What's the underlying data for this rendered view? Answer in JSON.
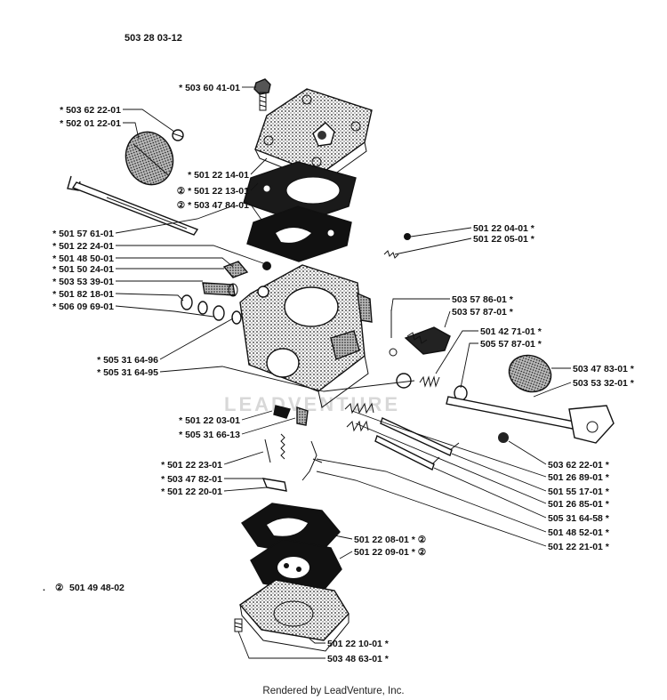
{
  "header": {
    "drawing_number": "503 28 03-12"
  },
  "watermark": "LEADVENTURE",
  "footer": {
    "credit": "Rendered by LeadVenture, Inc."
  },
  "note": {
    "symbol": "②",
    "kit_number": "501 49 48-02"
  },
  "callouts": {
    "left": [
      {
        "id": "c1",
        "text": "* 503 60 41-01"
      },
      {
        "id": "c2",
        "text": "* 503 62 22-01"
      },
      {
        "id": "c3",
        "text": "* 502 01 22-01"
      },
      {
        "id": "c4",
        "text": "* 501 22 14-01"
      },
      {
        "id": "c5",
        "text": "② * 501 22 13-01"
      },
      {
        "id": "c6",
        "text": "② * 503 47 84-01"
      },
      {
        "id": "c7",
        "text": "* 501 57 61-01"
      },
      {
        "id": "c8",
        "text": "* 501 22 24-01"
      },
      {
        "id": "c9",
        "text": "* 501 48 50-01"
      },
      {
        "id": "c10",
        "text": "* 501 50 24-01"
      },
      {
        "id": "c11",
        "text": "* 503 53 39-01"
      },
      {
        "id": "c12",
        "text": "* 501 82 18-01"
      },
      {
        "id": "c13",
        "text": "* 506 09 69-01"
      },
      {
        "id": "c14",
        "text": "* 505 31 64-96"
      },
      {
        "id": "c15",
        "text": "* 505 31 64-95"
      },
      {
        "id": "c16",
        "text": "* 501 22 03-01"
      },
      {
        "id": "c17",
        "text": "* 505 31 66-13"
      },
      {
        "id": "c18",
        "text": "* 501 22 23-01"
      },
      {
        "id": "c19",
        "text": "* 503 47 82-01"
      },
      {
        "id": "c20",
        "text": "* 501 22 20-01"
      }
    ],
    "right": [
      {
        "id": "r1",
        "text": "501 22 04-01 *"
      },
      {
        "id": "r2",
        "text": "501 22 05-01 *"
      },
      {
        "id": "r3",
        "text": "503 57 86-01 *"
      },
      {
        "id": "r4",
        "text": "503 57 87-01 *"
      },
      {
        "id": "r5",
        "text": "501 42 71-01 *"
      },
      {
        "id": "r6",
        "text": "505 57 87-01 *"
      },
      {
        "id": "r7",
        "text": "503 47 83-01 *"
      },
      {
        "id": "r8",
        "text": "503 53 32-01 *"
      },
      {
        "id": "r9",
        "text": "503 62 22-01 *"
      },
      {
        "id": "r10",
        "text": "501 26 89-01 *"
      },
      {
        "id": "r11",
        "text": "501 55 17-01 *"
      },
      {
        "id": "r12",
        "text": "501 26 85-01 *"
      },
      {
        "id": "r13",
        "text": "505 31 64-58 *"
      },
      {
        "id": "r14",
        "text": "501 48 52-01 *"
      },
      {
        "id": "r15",
        "text": "501 22 21-01 *"
      },
      {
        "id": "r16",
        "text": "501 22 08-01 * ②"
      },
      {
        "id": "r17",
        "text": "501 22 09-01 * ②"
      },
      {
        "id": "r18",
        "text": "501 22 10-01 *"
      },
      {
        "id": "r19",
        "text": "503 48 63-01 *"
      }
    ]
  }
}
